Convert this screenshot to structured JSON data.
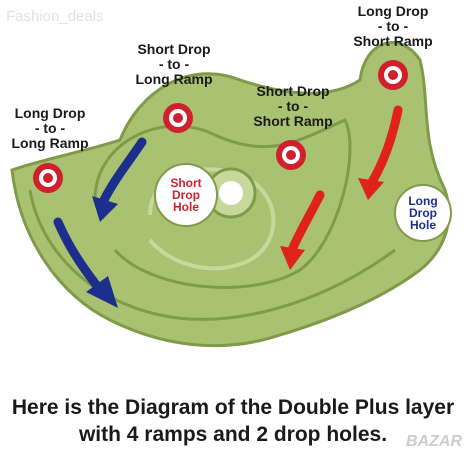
{
  "watermark": "Fashion_deals",
  "labels": {
    "left": [
      "Long Drop",
      "- to -",
      "Long Ramp"
    ],
    "mid_left": [
      "Short Drop",
      "- to -",
      "Long Ramp"
    ],
    "mid_right": [
      "Short Drop",
      "- to -",
      "Short Ramp"
    ],
    "right": [
      "Long Drop",
      "- to -",
      "Short Ramp"
    ]
  },
  "holes": {
    "short": [
      "Short",
      "Drop",
      "Hole"
    ],
    "long": [
      "Long",
      "Drop",
      "Hole"
    ]
  },
  "caption": [
    "Here is the Diagram of the Double Plus layer",
    "with 4 ramps and 2 drop holes."
  ],
  "logo": "BAZAR",
  "colors": {
    "tray": "#a9c271",
    "tray_dark": "#7f9a48",
    "tray_light": "#c6d99a",
    "target_red": "#d0202e",
    "arrow_blue": "#1d2f8c",
    "arrow_red": "#e0221e",
    "short_hole_text": "#d0202e",
    "long_hole_text": "#1d2f8c"
  }
}
